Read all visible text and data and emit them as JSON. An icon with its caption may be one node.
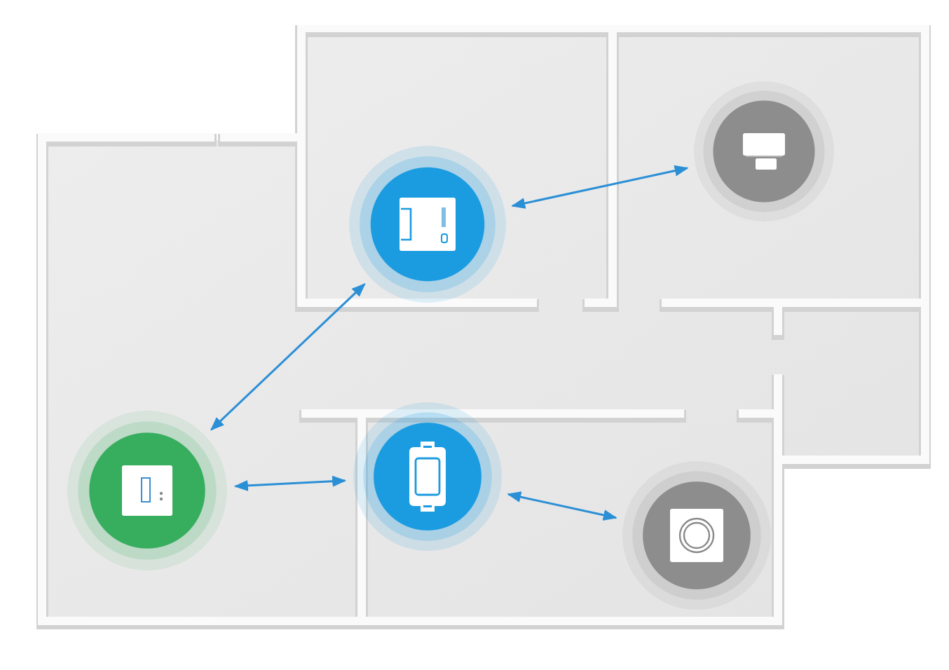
{
  "diagram": {
    "nodes": [
      {
        "text": [],
        "shape": "circle"
      },
      {
        "text": [],
        "shape": "circle"
      },
      {
        "text": [],
        "shape": "circle"
      },
      {
        "text": [],
        "shape": "circle"
      },
      {
        "text": [],
        "shape": "circle"
      }
    ],
    "edges": [
      {
        "from": 0,
        "to": 1,
        "arrow": "both"
      },
      {
        "from": 0,
        "to": 2,
        "arrow": "both"
      },
      {
        "from": 2,
        "to": 3,
        "arrow": "both"
      },
      {
        "from": 3,
        "to": 4,
        "arrow": "both"
      }
    ]
  }
}
